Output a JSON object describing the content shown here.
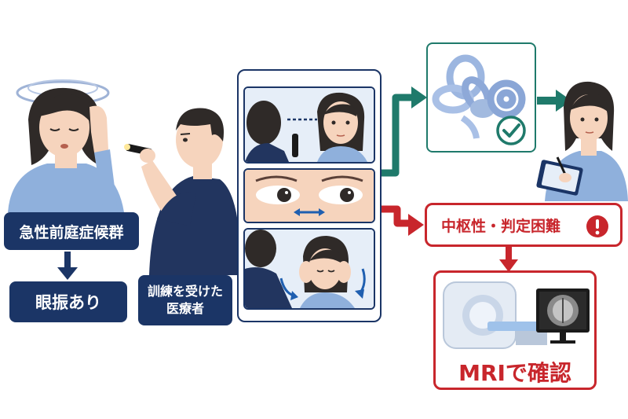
{
  "labels": {
    "acute_vestibular_syndrome": "急性前庭症候群",
    "nystagmus_present": "眼振あり",
    "trained_staff_line1": "訓練を受けた",
    "trained_staff_line2": "医療者",
    "central_hard_to_judge": "中枢性・判定困難",
    "confirm_with_mri": "MRIで確認"
  },
  "colors": {
    "navy": "#1b3566",
    "teal": "#1f7a6b",
    "red": "#c8262c",
    "skin": "#f6d4bd",
    "shirt": "#8fb0dc",
    "scrub": "#22355f",
    "hair": "#2f2a28"
  },
  "icons": {
    "check": "check-circle-icon",
    "alert": "exclamation-circle-icon"
  }
}
